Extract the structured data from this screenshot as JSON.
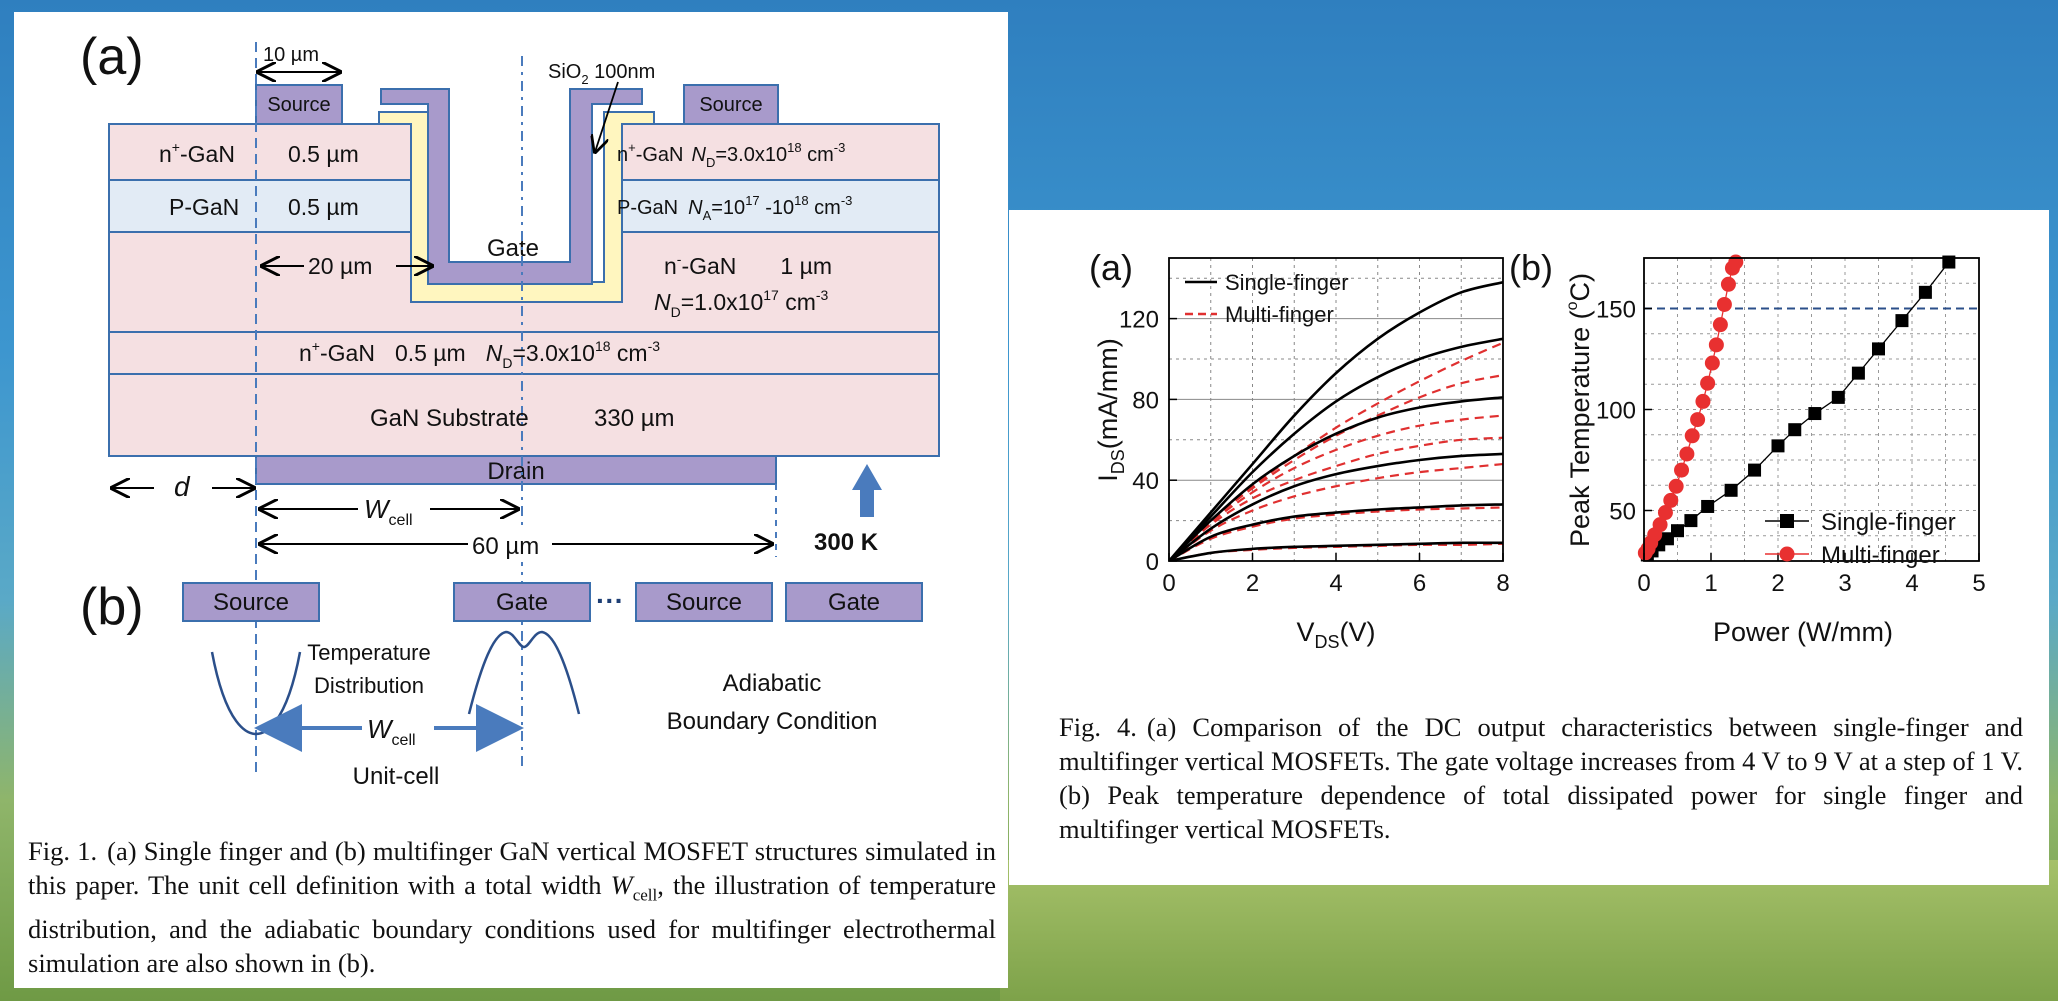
{
  "fig1": {
    "panel_a": "(a)",
    "panel_b": "(b)",
    "scale_10um": "10 µm",
    "sio2_label": "SiO",
    "sio2_sub": "2",
    "sio2_thick": " 100nm",
    "source_a_left": "Source",
    "source_a_right": "Source",
    "gate_a": "Gate",
    "drain": "Drain",
    "layers": {
      "nplus_left_name": "n",
      "nplus_left_sup": "+",
      "nplus_left_rest": "-GaN",
      "nplus_left_thick": "0.5 µm",
      "p_left_name": "P-GaN",
      "p_left_thick": "0.5 µm",
      "nplus_right_name": "n",
      "nplus_right_sup": "+",
      "nplus_right_rest": "-GaN",
      "nplus_right_nd": "N",
      "nplus_right_nd_sub": "D",
      "nplus_right_nd_val": "=3.0x10",
      "nplus_right_nd_exp": "18",
      "nplus_right_unit": " cm",
      "nplus_right_unit_exp": "-3",
      "p_right_name": "P-GaN",
      "p_right_na": "N",
      "p_right_na_sub": "A",
      "p_right_na_val": "=10",
      "p_right_na_exp": "17",
      "p_right_na_val2": " -10",
      "p_right_na_exp2": "18",
      "p_right_unit": " cm",
      "p_right_unit_exp": "-3",
      "drift_width": "20 µm",
      "nminus_name": "n",
      "nminus_sup": "-",
      "nminus_rest": "-GaN",
      "nminus_thick": "1 µm",
      "nminus_nd": "N",
      "nminus_nd_sub": "D",
      "nminus_nd_val": "=1.0x10",
      "nminus_nd_exp": "17",
      "nminus_unit": " cm",
      "nminus_unit_exp": "-3",
      "buffer_name": "n",
      "buffer_sup": "+",
      "buffer_rest": "-GaN",
      "buffer_thick": "0.5 µm",
      "buffer_nd": "N",
      "buffer_nd_sub": "D",
      "buffer_nd_val": "=3.0x10",
      "buffer_nd_exp": "18",
      "buffer_unit": " cm",
      "buffer_unit_exp": "-3",
      "substrate": "GaN Substrate",
      "substrate_thick": "330 µm"
    },
    "d_label": "d",
    "wcell_w": "W",
    "wcell_sub": "cell",
    "width_60": "60 µm",
    "temp_300k": "300 K",
    "b_source1": "Source",
    "b_gate1": "Gate",
    "b_dots": "···",
    "b_source2": "Source",
    "b_gate2": "Gate",
    "temp_dist_1": "Temperature",
    "temp_dist_2": "Distribution",
    "adiabatic_1": "Adiabatic",
    "adiabatic_2": "Boundary Condition",
    "unit_cell": "Unit-cell",
    "caption_label": "Fig. 1.",
    "caption_text_1": "(a) Single finger and (b) multifinger GaN vertical MOSFET structures simulated in this paper. The unit cell definition with a total width ",
    "caption_w": "W",
    "caption_w_sub": "cell",
    "caption_text_2": ", the illustration of temperature distribution, and the adiabatic boundary conditions used for multifinger electrothermal simulation are also shown in (b)."
  },
  "fig4": {
    "caption_label": "Fig. 4.",
    "caption_text": "(a) Comparison of the DC output characteristics between single-finger and multifinger vertical MOSFETs. The gate voltage increases from 4 V to 9 V at a step of 1 V. (b) Peak temperature dependence of total dissipated power for single finger and multifinger vertical MOSFETs."
  },
  "chart_data": [
    {
      "type": "line",
      "panel_label": "(a)",
      "xlabel": "V",
      "xlabel_sub": "DS",
      "xlabel_unit": "(V)",
      "ylabel": "I",
      "ylabel_sub": "DS",
      "ylabel_unit": "(mA/mm)",
      "xlim": [
        0,
        8
      ],
      "ylim": [
        0,
        150
      ],
      "xticks": [
        0,
        2,
        4,
        6,
        8
      ],
      "yticks": [
        0,
        40,
        80,
        120
      ],
      "grid": true,
      "legend_position": "top-left",
      "series": [
        {
          "name": "Single-finger",
          "color": "#000000",
          "style": "solid",
          "curves": [
            {
              "x": [
                0,
                1,
                2,
                3,
                4,
                5,
                6,
                7,
                8
              ],
              "y": [
                0,
                4,
                6,
                7,
                7.5,
                8,
                8.5,
                9,
                9
              ]
            },
            {
              "x": [
                0,
                1,
                2,
                3,
                4,
                5,
                6,
                7,
                8
              ],
              "y": [
                0,
                12,
                18,
                22,
                24,
                25.5,
                26.5,
                27.5,
                28
              ]
            },
            {
              "x": [
                0,
                1,
                2,
                3,
                4,
                5,
                6,
                7,
                8
              ],
              "y": [
                0,
                16,
                28,
                37,
                43,
                47,
                50,
                52,
                53
              ]
            },
            {
              "x": [
                0,
                1,
                2,
                3,
                4,
                5,
                6,
                7,
                8
              ],
              "y": [
                0,
                20,
                38,
                52,
                63,
                71,
                76,
                79,
                81
              ]
            },
            {
              "x": [
                0,
                1,
                2,
                3,
                4,
                5,
                6,
                7,
                8
              ],
              "y": [
                0,
                22,
                44,
                63,
                79,
                91,
                100,
                106,
                110
              ]
            },
            {
              "x": [
                0,
                1,
                2,
                3,
                4,
                5,
                6,
                7,
                8
              ],
              "y": [
                0,
                24,
                48,
                72,
                93,
                110,
                123,
                133,
                138
              ]
            }
          ]
        },
        {
          "name": "Multi-finger",
          "color": "#e03030",
          "style": "dashed",
          "curves": [
            {
              "x": [
                0,
                1,
                2,
                3,
                4,
                5,
                6,
                7,
                8
              ],
              "y": [
                0,
                4,
                5.5,
                6.5,
                7,
                7.5,
                8,
                8,
                8.5
              ]
            },
            {
              "x": [
                0,
                1,
                2,
                3,
                4,
                5,
                6,
                7,
                8
              ],
              "y": [
                0,
                11,
                17,
                21,
                23,
                24.5,
                25.5,
                26,
                26.5
              ]
            },
            {
              "x": [
                0,
                1,
                2,
                3,
                4,
                5,
                6,
                7,
                8
              ],
              "y": [
                0,
                15,
                25,
                32,
                37,
                41,
                44,
                46,
                48
              ]
            },
            {
              "x": [
                0,
                1,
                2,
                3,
                4,
                5,
                6,
                7,
                8
              ],
              "y": [
                0,
                18,
                31,
                40,
                47,
                53,
                57,
                60,
                61
              ]
            },
            {
              "x": [
                0,
                1,
                2,
                3,
                4,
                5,
                6,
                7,
                8
              ],
              "y": [
                0,
                19,
                34,
                46,
                55,
                62,
                67,
                70,
                72
              ]
            },
            {
              "x": [
                0,
                1,
                2,
                3,
                4,
                5,
                6,
                7,
                8
              ],
              "y": [
                0,
                20,
                36,
                50,
                62,
                72,
                81,
                88,
                92
              ]
            },
            {
              "x": [
                0,
                1,
                2,
                3,
                4,
                5,
                6,
                7,
                8
              ],
              "y": [
                0,
                20,
                37,
                52,
                66,
                78,
                89,
                99,
                108
              ]
            }
          ]
        }
      ]
    },
    {
      "type": "scatter",
      "panel_label": "(b)",
      "xlabel": "Power (W/mm)",
      "ylabel": "Peak Temperature (",
      "ylabel_deg": "o",
      "ylabel_end": "C)",
      "xlim": [
        0,
        5
      ],
      "ylim": [
        25,
        175
      ],
      "xticks": [
        0,
        1,
        2,
        3,
        4,
        5
      ],
      "yticks": [
        50,
        100,
        150
      ],
      "grid": true,
      "reference_line_y": 150,
      "legend_position": "bottom-right",
      "series": [
        {
          "name": "Single-finger",
          "color": "#000000",
          "marker": "square",
          "x": [
            0.05,
            0.12,
            0.22,
            0.35,
            0.5,
            0.7,
            0.95,
            1.3,
            1.65,
            2.0,
            2.25,
            2.55,
            2.9,
            3.2,
            3.5,
            3.85,
            4.2,
            4.55
          ],
          "y": [
            28,
            30,
            33,
            36,
            40,
            45,
            52,
            60,
            70,
            82,
            90,
            98,
            106,
            118,
            130,
            144,
            158,
            173
          ]
        },
        {
          "name": "Multi-finger",
          "color": "#e83030",
          "marker": "circle",
          "x": [
            0.02,
            0.06,
            0.1,
            0.16,
            0.24,
            0.32,
            0.4,
            0.48,
            0.56,
            0.64,
            0.72,
            0.8,
            0.88,
            0.95,
            1.02,
            1.08,
            1.14,
            1.2,
            1.26,
            1.32,
            1.37
          ],
          "y": [
            29,
            31,
            34,
            38,
            43,
            49,
            55,
            62,
            70,
            78,
            87,
            95,
            104,
            113,
            123,
            132,
            142,
            152,
            162,
            170,
            173
          ]
        }
      ]
    }
  ]
}
